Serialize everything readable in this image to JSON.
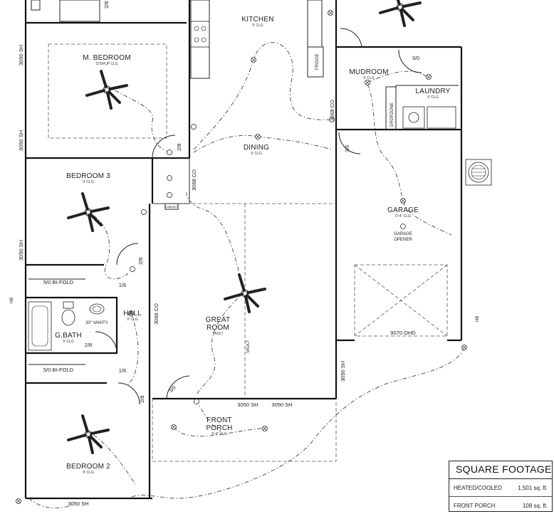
{
  "rooms": {
    "kitchen": {
      "name": "KITCHEN",
      "sub": "9' CLG"
    },
    "mbedroom": {
      "name": "M. BEDROOM",
      "sub": "STEPUP CLG"
    },
    "mudroom": {
      "name": "MUDROOM",
      "sub": "9' CLG"
    },
    "laundry": {
      "name": "LAUNDRY",
      "sub": "9' CLG"
    },
    "dining": {
      "name": "DINING",
      "sub": "9' CLG"
    },
    "bedroom3": {
      "name": "BEDROOM 3",
      "sub": "9' CLG"
    },
    "garage": {
      "name": "GARAGE",
      "sub": "9'-4\" CLG"
    },
    "garage_opener": {
      "line1": "GARAGE",
      "line2": "OPENER"
    },
    "hall": {
      "name": "HALL",
      "sub": "9' CLG"
    },
    "great": {
      "line1": "GREAT",
      "line2": "ROOM",
      "sub": "VAULT"
    },
    "gbath": {
      "name": "G.BATH",
      "sub": "9' CLG"
    },
    "porch": {
      "line1": "FRONT",
      "line2": "PORCH",
      "sub": "9'-4\" CLG"
    },
    "bedroom2": {
      "name": "BEDROOM 2",
      "sub": "9' CLG"
    }
  },
  "labels": {
    "fridge": "FRIDGE",
    "dropzone": "DROPZONE",
    "vanity": "30\" VANITY",
    "vault": "VAULT",
    "ohd": "9070 OHD",
    "bifold_top": "5/0 BI-FOLD",
    "bifold_bottom": "5/0 BI-FOLD",
    "hb_left": "HB",
    "hb_right": "HB",
    "cabinet": "CABINET"
  },
  "dims": {
    "sh_left_top": "3050 SH",
    "sh_left_mid": "3050 SH",
    "sh_left_low": "3050 SH",
    "sh_bottom": "3050 SH",
    "sh_front_1": "3050 SH",
    "sh_front_2": "3050 SH",
    "sh_garage": "3050 SH",
    "co_kitchen": "3068 CO",
    "co_closet": "3068 CO",
    "co_hall": "3068 CO",
    "d28_top": "2/8",
    "d28_mbed": "2/8",
    "d28_hall": "2/8",
    "d28_bath": "2/8",
    "d28_b2": "2/8",
    "d30_mud": "3/0",
    "d30_garage": "3/0",
    "d30_porch": "3/0",
    "d16_top": "1/6",
    "d16_bottom": "1/6"
  },
  "square_footage": {
    "title": "SQUARE FOOTAGE",
    "rows": [
      {
        "label": "HEATED/COOLED",
        "value": "1,501 sq. ft."
      },
      {
        "label": "FRONT PORCH",
        "value": "108 sq. ft."
      }
    ]
  }
}
